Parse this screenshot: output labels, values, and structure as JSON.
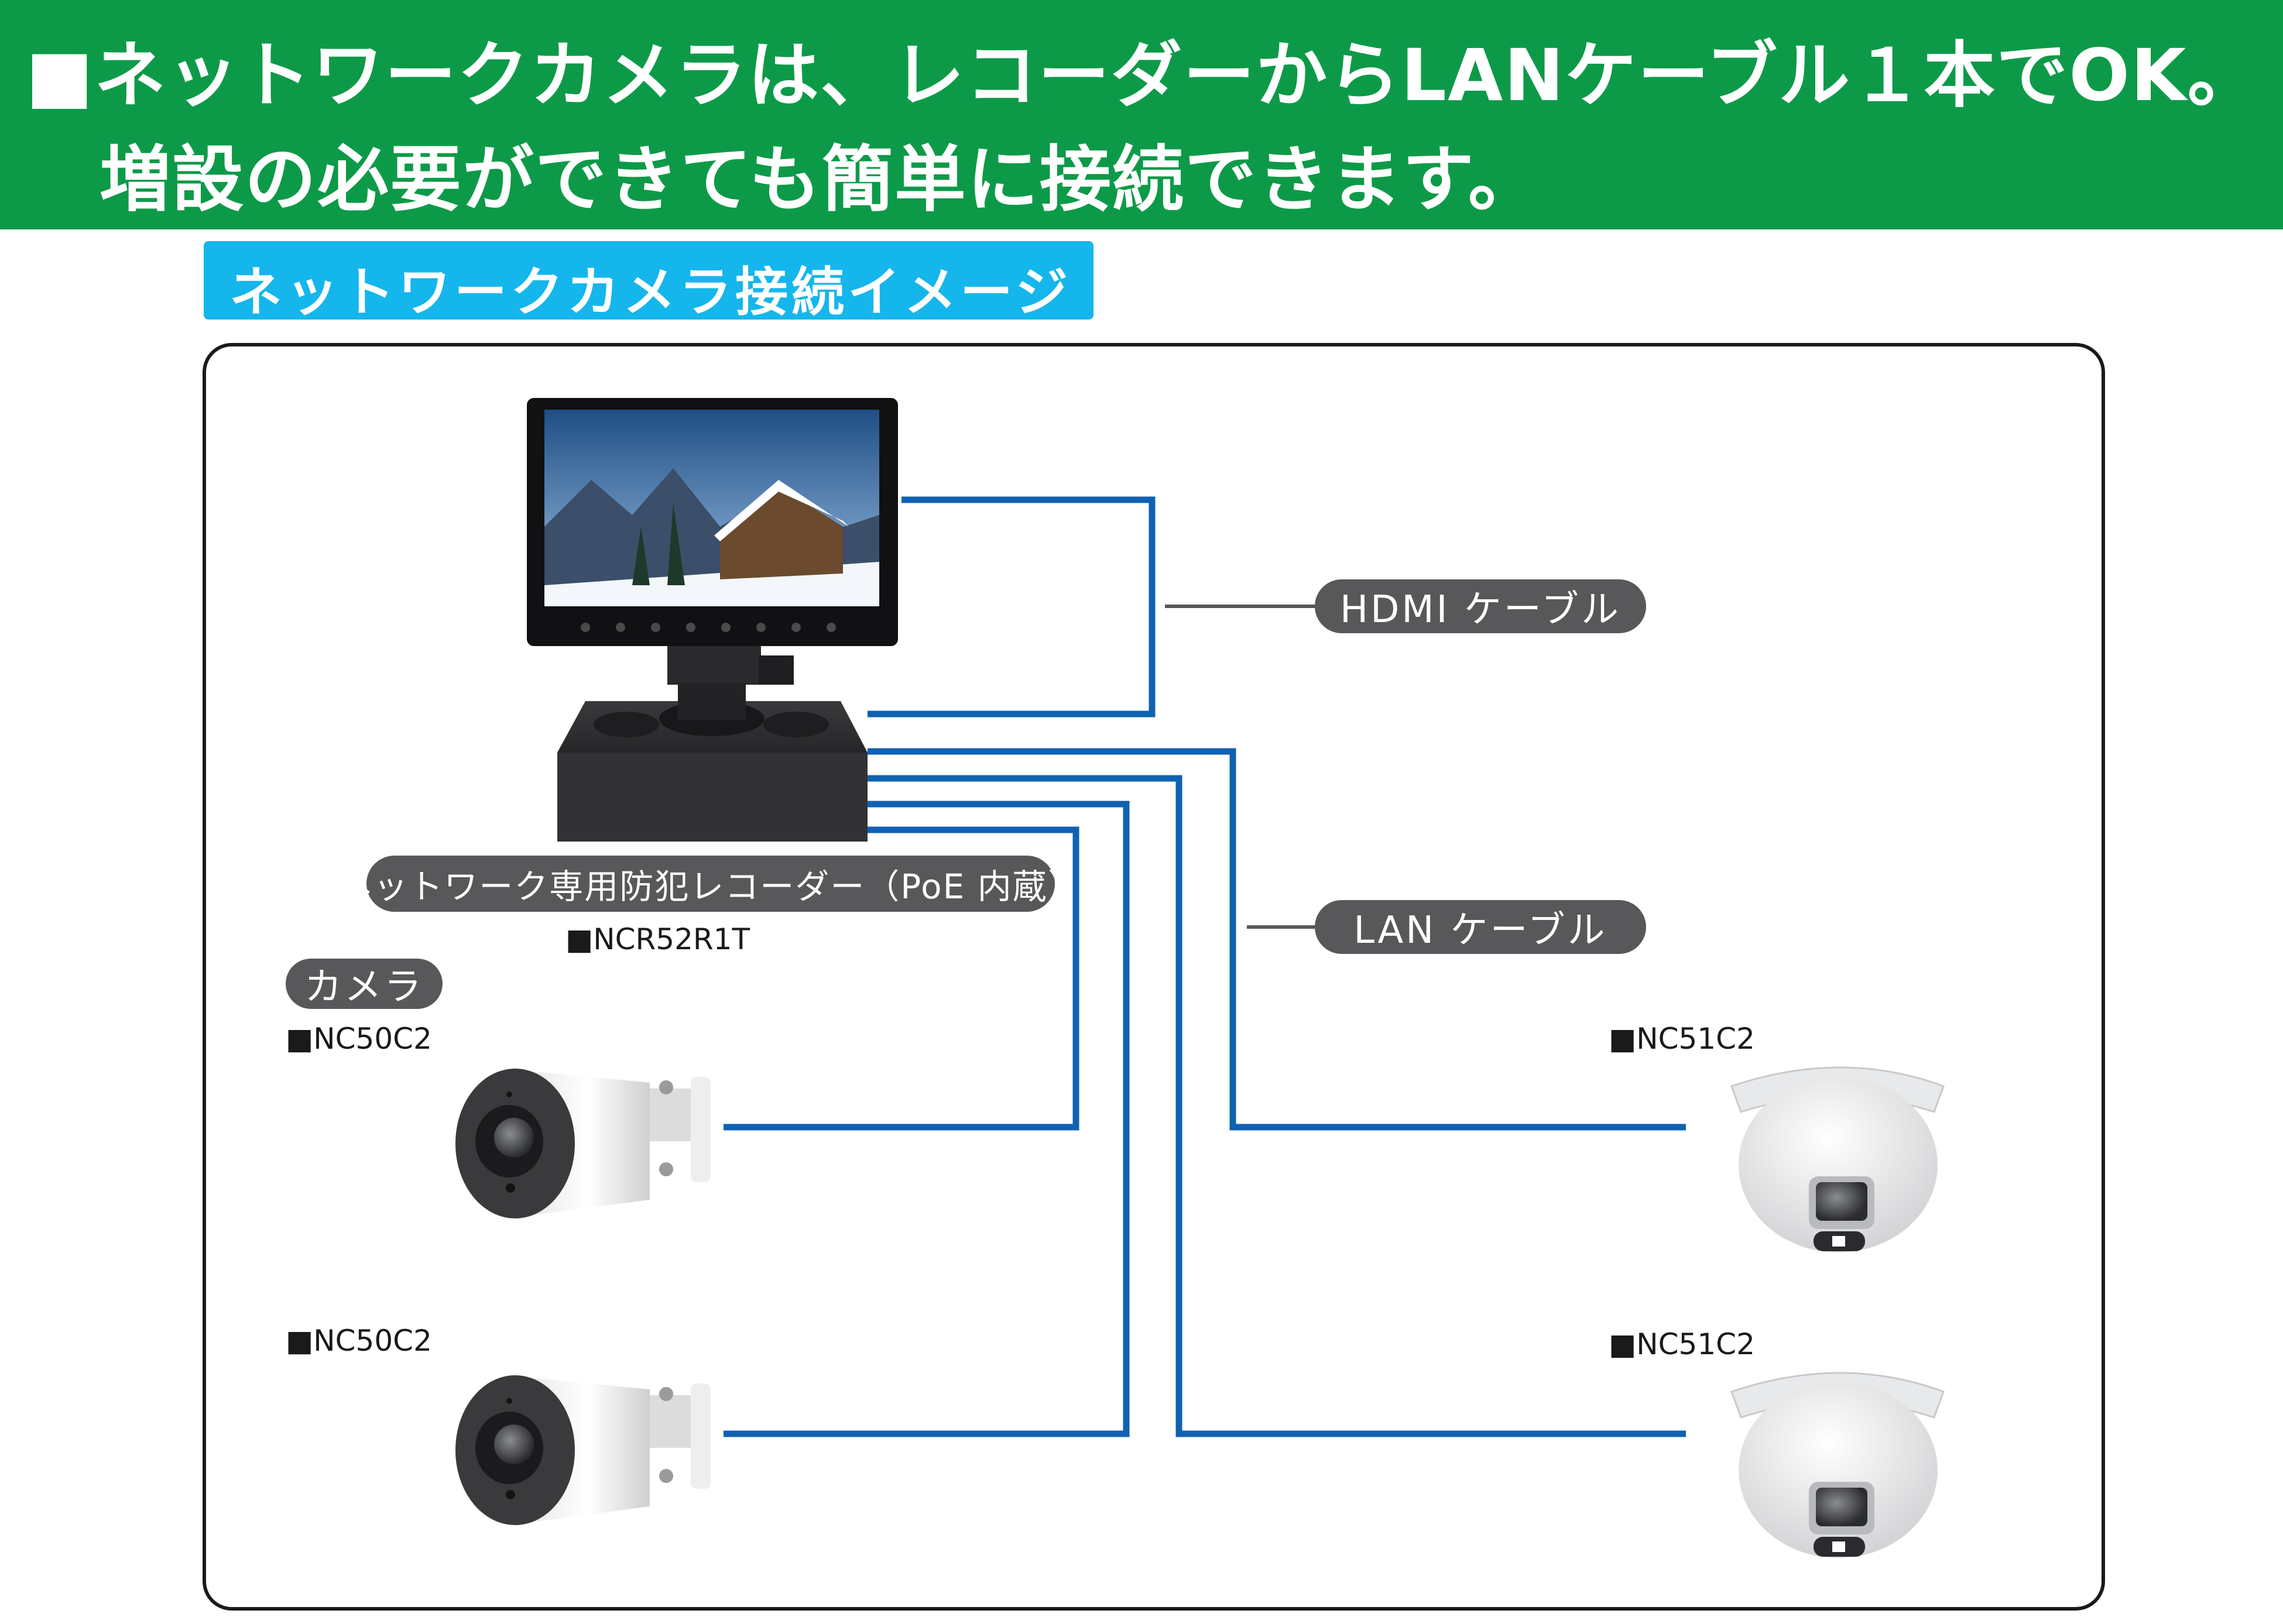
{
  "banner": {
    "line1": "■ネットワークカメラは、レコーダーからLANケーブル１本でOK。",
    "line2": "増設の必要ができても簡単に接続できます。"
  },
  "section_title": "ネットワークカメラ接続イメージ",
  "labels": {
    "hdmi_cable": "HDMI ケーブル",
    "lan_cable": "LAN ケーブル",
    "recorder": "ネットワーク専用防犯レコーダー（PoE 内蔵）",
    "camera": "カメラ"
  },
  "models": {
    "recorder": "■NCR52R1T",
    "bullet_camera_1": "■NC50C2",
    "bullet_camera_2": "■NC50C2",
    "dome_camera_1": "■NC51C2",
    "dome_camera_2": "■NC51C2"
  },
  "colors": {
    "banner_green": "#0d9a48",
    "tag_blue": "#14b6ec",
    "cable_blue": "#0f61b2",
    "pill_gray": "#58585a"
  },
  "icons": [
    "monitor-icon",
    "recorder-icon",
    "bullet-camera-icon",
    "dome-camera-icon"
  ]
}
